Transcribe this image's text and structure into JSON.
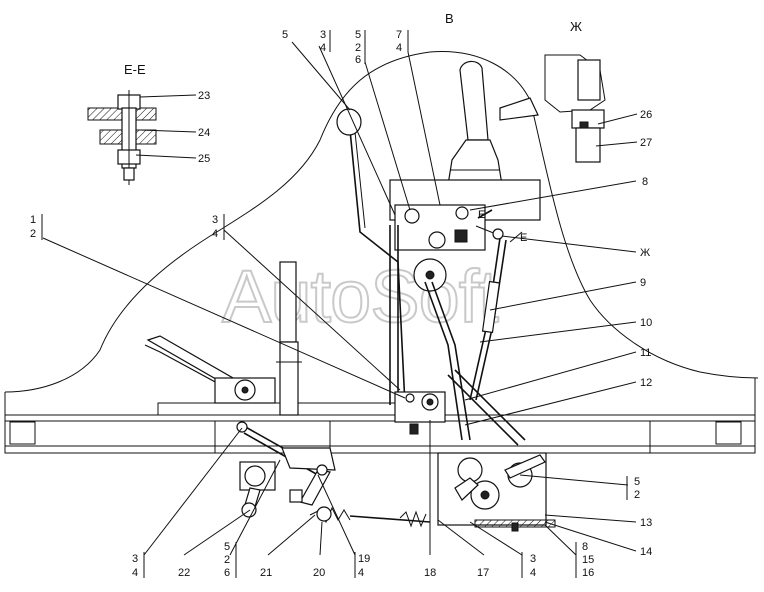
{
  "views": {
    "section_ee": "Е-Е",
    "view_v": "В",
    "view_zh": "Ж",
    "cut_mark": "Е",
    "view_arrow": "Ж"
  },
  "watermark": "AutoSoft",
  "callouts": {
    "c1": "1",
    "c2": "2",
    "c3": "3",
    "c4": "4",
    "c3b": "3",
    "c4b": "4",
    "c5": "5",
    "c5b": "5",
    "c2b": "2",
    "c6b": "6",
    "c7": "7",
    "c4c": "4",
    "c8": "8",
    "c9": "9",
    "c10": "10",
    "c11": "11",
    "c12": "12",
    "c13": "13",
    "c14": "14",
    "c5r": "5",
    "c2r": "2",
    "c23": "23",
    "c24": "24",
    "c25": "25",
    "c26": "26",
    "c27": "27",
    "b3": "3",
    "b4": "4",
    "b22": "22",
    "b5": "5",
    "b2": "2",
    "b6": "6",
    "b21": "21",
    "b20": "20",
    "b19": "19",
    "b4b": "4",
    "b18": "18",
    "b17": "17",
    "b3c": "3",
    "b4c": "4",
    "b8": "8",
    "b15": "15",
    "b16": "16"
  }
}
